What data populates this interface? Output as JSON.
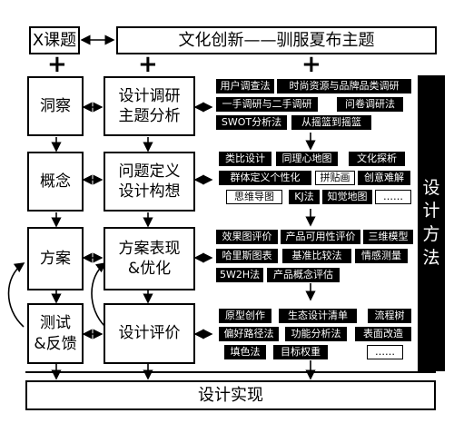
{
  "header": {
    "x_topic": "X课题",
    "theme": "文化创新——驯服夏布主题"
  },
  "plus_sign": "+",
  "left_column": [
    "洞察",
    "概念",
    "方案",
    "测试\n&反馈"
  ],
  "middle_column": [
    "设计调研\n主题分析",
    "问题定义\n设计构想",
    "方案表现\n&优化",
    "设计评价"
  ],
  "methods": {
    "group1": [
      "用户调查法",
      "时尚资源与品牌品类调研",
      "一手调研与二手调研",
      "问卷调研法",
      "SWOT分析法",
      "从摇篮到摇篮"
    ],
    "group2": [
      "类比设计",
      "同理心地图",
      "文化探析",
      "群体定义个性化",
      "拼贴画",
      "创意难解",
      "思维导图",
      "KJ法",
      "知觉地图",
      "……"
    ],
    "group3": [
      "效果图评价",
      "产品可用性评价",
      "三维模型",
      "哈里斯图表",
      "基准比较法",
      "情感测量",
      "5W2H法",
      "产品概念评估"
    ],
    "group4": [
      "原型创作",
      "生态设计清单",
      "流程树",
      "偏好路径法",
      "功能分析法",
      "表面改造",
      "填色法",
      "目标权重",
      "……"
    ]
  },
  "sidebar_label": [
    "设",
    "计",
    "方",
    "法"
  ],
  "footer": "设计实现"
}
